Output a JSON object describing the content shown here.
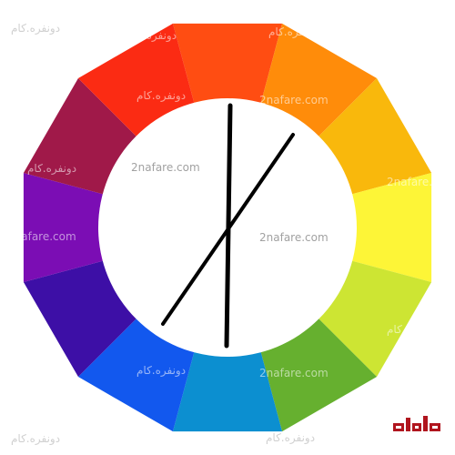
{
  "wheel": {
    "segments": [
      {
        "name": "red-orange",
        "color": "#ff4d12"
      },
      {
        "name": "orange",
        "color": "#ff8c0a"
      },
      {
        "name": "yellow-orange",
        "color": "#f9b80c"
      },
      {
        "name": "yellow",
        "color": "#fdf537"
      },
      {
        "name": "yellow-green",
        "color": "#cde533"
      },
      {
        "name": "green",
        "color": "#66b02f"
      },
      {
        "name": "blue-green",
        "color": "#0c8fd0"
      },
      {
        "name": "blue",
        "color": "#1258ee"
      },
      {
        "name": "blue-violet",
        "color": "#3d0fa6"
      },
      {
        "name": "violet",
        "color": "#7b0db4"
      },
      {
        "name": "red-violet",
        "color": "#a01949"
      },
      {
        "name": "red",
        "color": "#fb2b13"
      }
    ],
    "lines_color": "#000000"
  },
  "watermarks": {
    "persian": "دونفره.کام",
    "latin": "2nafare.com"
  },
  "logo": {
    "color": "#b0151e",
    "text": "دونفره"
  }
}
